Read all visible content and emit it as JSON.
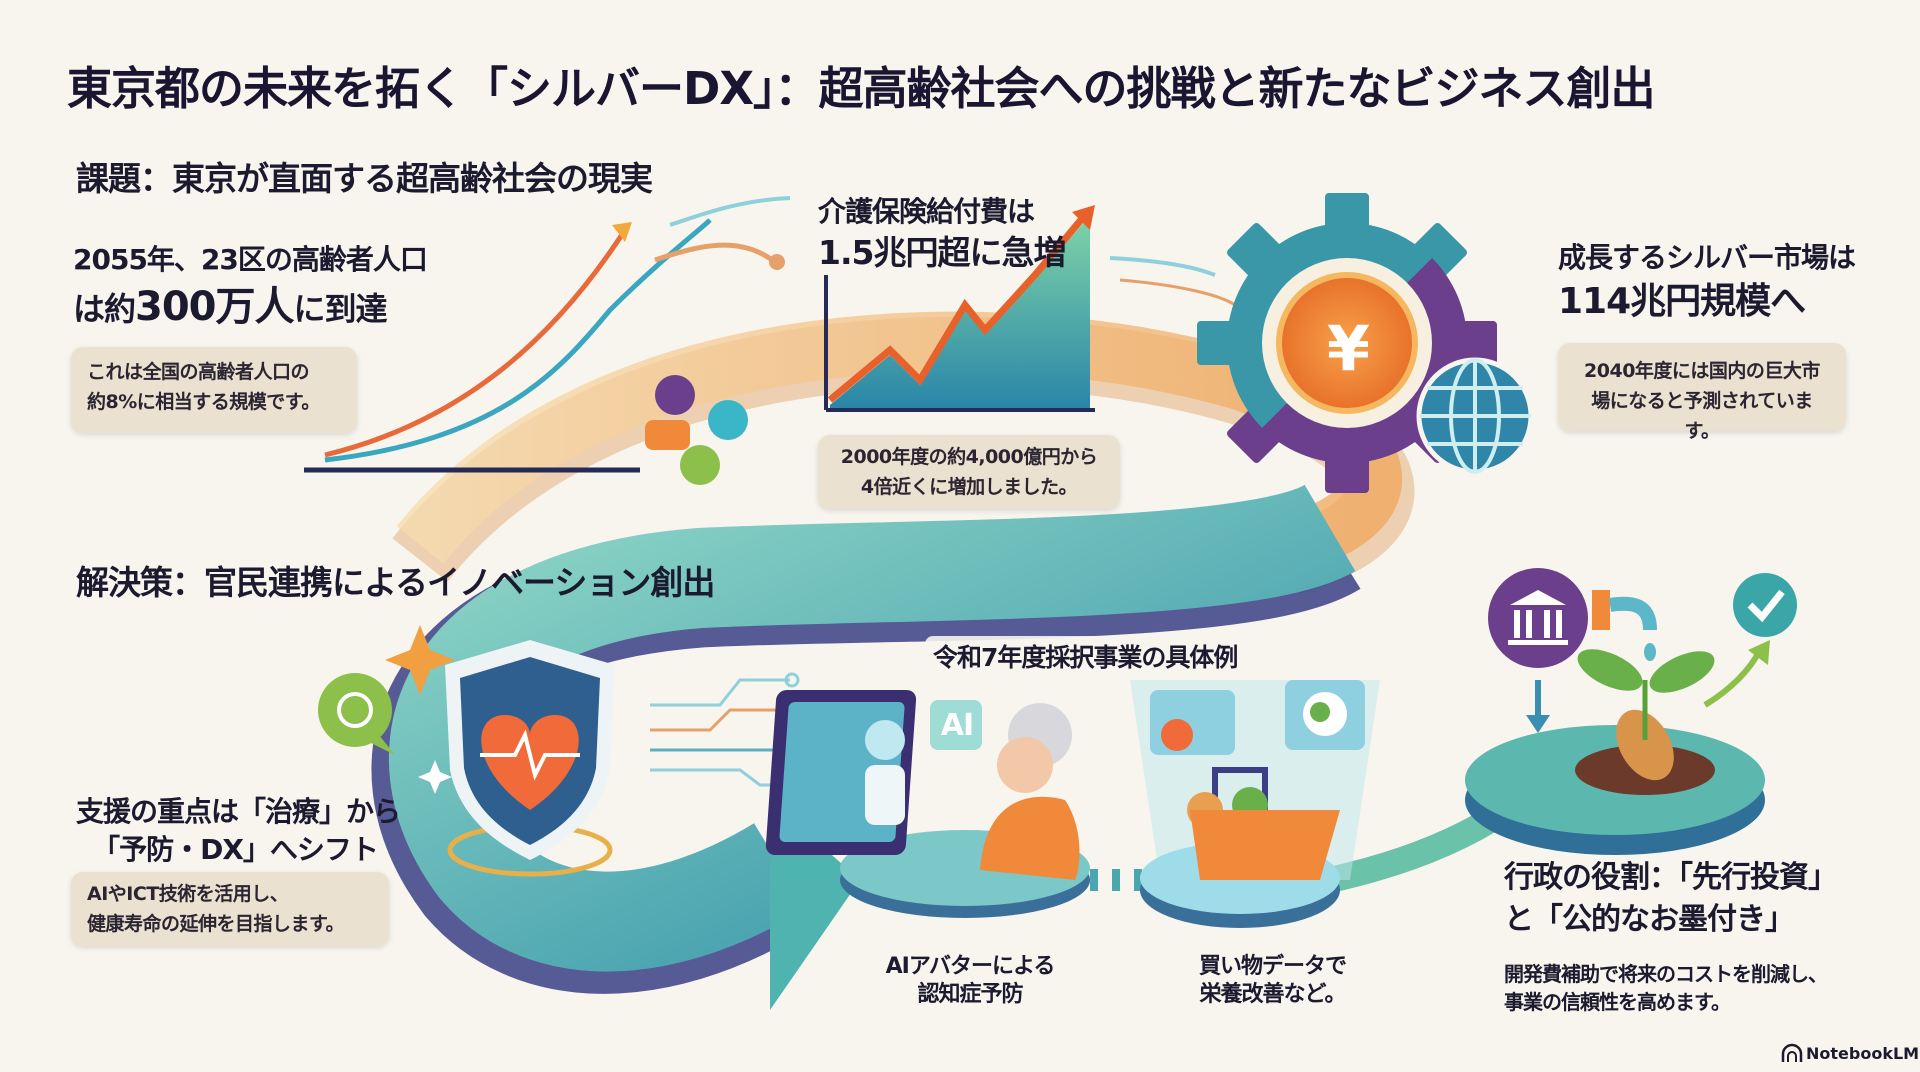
{
  "title": "東京都の未来を拓く「シルバーDX」：超高齢社会への挑戦と新たなビジネス創出",
  "challenge": {
    "heading": "課題：東京が直面する超高齢社会の現実",
    "population": {
      "line1": "2055年、23区の高齢者人口",
      "line2_prefix": "は約",
      "line2_number": "300万人",
      "line2_suffix": "に到達",
      "note_line1": "これは全国の高齢者人口の",
      "note_line2": "約8%に相当する規模です。"
    },
    "care_cost": {
      "line1": "介護保険給付費は",
      "line2": "1.5兆円超に急増",
      "note_line1": "2000年度の約4,000億円から",
      "note_line2": "4倍近くに増加しました。"
    },
    "market": {
      "line1": "成長するシルバー市場は",
      "line2": "114兆円規模へ",
      "note_line1": "2040年度には国内の巨大市",
      "note_line2": "場になると予測されています。"
    }
  },
  "solution": {
    "heading": "解決策：官民連携によるイノベーション創出",
    "focus": {
      "line1": "支援の重点は「治療」から",
      "line2": "「予防・DX」へシフト",
      "note_line1": "AIやICT技術を活用し、",
      "note_line2": "健康寿命の延伸を目指します。"
    },
    "examples_label": "令和7年度採択事業の具体例",
    "example_ai": {
      "badge": "AI",
      "line1": "AIアバターによる",
      "line2": "認知症予防"
    },
    "example_shopping": {
      "line1": "買い物データで",
      "line2": "栄養改善など。"
    },
    "role": {
      "line1": "行政の役割：「先行投資」",
      "line2": "と「公的なお墨付き」",
      "body_line1": "開発費補助で将来のコストを削減し、",
      "body_line2": "事業の信頼性を高めます。"
    }
  },
  "icons": {
    "currency": "¥",
    "gear": "gear-icon",
    "globe": "globe-icon",
    "shield": "shield-heart-icon",
    "basket": "shopping-basket-icon",
    "government": "government-building-icon",
    "check": "check-icon",
    "sprout": "sprout-icon"
  },
  "colors": {
    "teal": "#3aa6a8",
    "orange": "#f08a3a",
    "purple": "#6b3f8c",
    "navy": "#1f2550",
    "sand": "#f3c98a"
  },
  "footer": {
    "brand": "NotebookLM"
  }
}
